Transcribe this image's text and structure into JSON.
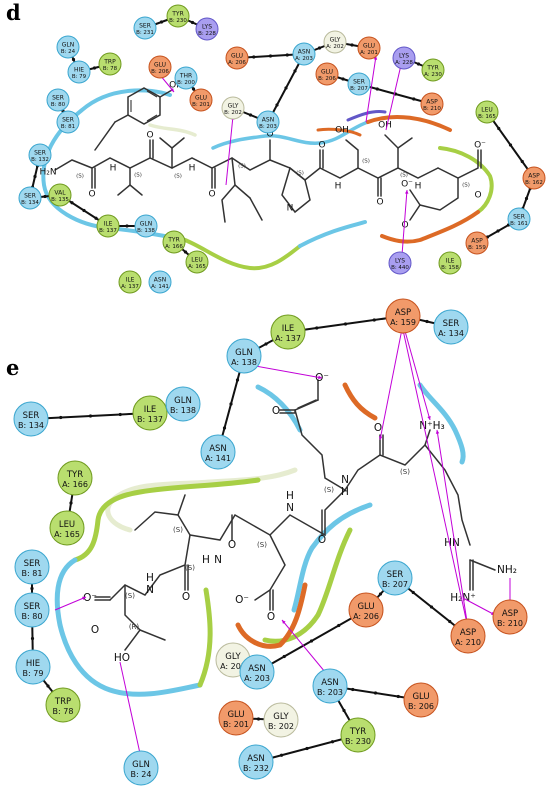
{
  "panels": [
    {
      "letter": "d"
    },
    {
      "letter": "e"
    }
  ],
  "colors": {
    "polar": "#9fd8ef",
    "polar_stroke": "#3aa6cf",
    "hydrophobic": "#b9de6f",
    "hydrophobic_stroke": "#6f9a1e",
    "negative": "#f19a6a",
    "negative_stroke": "#c6521d",
    "positive": "#a99ef0",
    "positive_stroke": "#6257c8",
    "glycine": "#f2f3e3",
    "glycine_stroke": "#b9ba9c",
    "hbond": "#c200d8",
    "pocket_blue": "#6cc6e6",
    "pocket_green": "#a7cf45",
    "pocket_orange": "#dd6a26"
  },
  "panel_d": {
    "residues": [
      {
        "name": "TYR",
        "id": "B: 230",
        "kind": "hydrophobic"
      },
      {
        "name": "SER",
        "id": "B: 231",
        "kind": "polar"
      },
      {
        "name": "LYS",
        "id": "B: 228",
        "kind": "positive"
      },
      {
        "name": "GLN",
        "id": "B: 24",
        "kind": "polar"
      },
      {
        "name": "HIE",
        "id": "B: 79",
        "kind": "polar"
      },
      {
        "name": "TRP",
        "id": "B: 78",
        "kind": "hydrophobic"
      },
      {
        "name": "SER",
        "id": "B: 80",
        "kind": "polar"
      },
      {
        "name": "SER",
        "id": "B: 81",
        "kind": "polar"
      },
      {
        "name": "SER",
        "id": "B: 132",
        "kind": "polar"
      },
      {
        "name": "SER",
        "id": "B: 134",
        "kind": "polar"
      },
      {
        "name": "VAL",
        "id": "B: 135",
        "kind": "hydrophobic"
      },
      {
        "name": "ILE",
        "id": "B: 137",
        "kind": "hydrophobic"
      },
      {
        "name": "GLN",
        "id": "B: 138",
        "kind": "polar"
      },
      {
        "name": "TYR",
        "id": "A: 166",
        "kind": "hydrophobic"
      },
      {
        "name": "LEU",
        "id": "A: 165",
        "kind": "hydrophobic"
      },
      {
        "name": "ILE",
        "id": "A: 137",
        "kind": "hydrophobic"
      },
      {
        "name": "ASN",
        "id": "A: 141",
        "kind": "polar"
      },
      {
        "name": "GLU",
        "id": "B: 206",
        "kind": "negative"
      },
      {
        "name": "THR",
        "id": "B: 200",
        "kind": "polar"
      },
      {
        "name": "GLU",
        "id": "B: 201",
        "kind": "negative"
      },
      {
        "name": "GLY",
        "id": "B: 202",
        "kind": "glycine"
      },
      {
        "name": "ASN",
        "id": "B: 203",
        "kind": "polar"
      },
      {
        "name": "GLU",
        "id": "A: 206",
        "kind": "negative"
      },
      {
        "name": "ASN",
        "id": "A: 203",
        "kind": "polar"
      },
      {
        "name": "GLY",
        "id": "A: 202",
        "kind": "glycine"
      },
      {
        "name": "GLU",
        "id": "A: 201",
        "kind": "negative"
      },
      {
        "name": "LYS",
        "id": "A: 228",
        "kind": "positive"
      },
      {
        "name": "TYR",
        "id": "A: 230",
        "kind": "hydrophobic"
      },
      {
        "name": "GLU",
        "id": "B: 206",
        "kind": "negative"
      },
      {
        "name": "SER",
        "id": "B: 207",
        "kind": "polar"
      },
      {
        "name": "ASP",
        "id": "B: 210",
        "kind": "negative"
      },
      {
        "name": "LEU",
        "id": "B: 165",
        "kind": "hydrophobic"
      },
      {
        "name": "ASP",
        "id": "B: 162",
        "kind": "negative"
      },
      {
        "name": "SER",
        "id": "B: 161",
        "kind": "polar"
      },
      {
        "name": "ASP",
        "id": "B: 159",
        "kind": "negative"
      },
      {
        "name": "ILE",
        "id": "B: 158",
        "kind": "hydrophobic"
      },
      {
        "name": "LYS",
        "id": "B: 440",
        "kind": "positive"
      }
    ],
    "atoms": {
      "oh": "OH",
      "h2n": "H₂N",
      "nh": "H",
      "n": "N",
      "o": "O",
      "oh2": "OH",
      "ominus": "O⁻"
    },
    "stereo": "(S)"
  },
  "panel_e": {
    "residues": [
      {
        "name": "ASP",
        "id": "A: 159",
        "kind": "negative"
      },
      {
        "name": "SER",
        "id": "A: 134",
        "kind": "polar"
      },
      {
        "name": "ILE",
        "id": "A: 137",
        "kind": "hydrophobic"
      },
      {
        "name": "GLN",
        "id": "A: 138",
        "kind": "polar"
      },
      {
        "name": "SER",
        "id": "B: 134",
        "kind": "polar"
      },
      {
        "name": "ILE",
        "id": "B: 137",
        "kind": "hydrophobic"
      },
      {
        "name": "GLN",
        "id": "B: 138",
        "kind": "polar"
      },
      {
        "name": "ASN",
        "id": "A: 141",
        "kind": "polar"
      },
      {
        "name": "TYR",
        "id": "A: 166",
        "kind": "hydrophobic"
      },
      {
        "name": "LEU",
        "id": "A: 165",
        "kind": "hydrophobic"
      },
      {
        "name": "SER",
        "id": "B: 81",
        "kind": "polar"
      },
      {
        "name": "SER",
        "id": "B: 80",
        "kind": "polar"
      },
      {
        "name": "HIE",
        "id": "B: 79",
        "kind": "polar"
      },
      {
        "name": "TRP",
        "id": "B: 78",
        "kind": "hydrophobic"
      },
      {
        "name": "GLN",
        "id": "B: 24",
        "kind": "polar"
      },
      {
        "name": "GLY",
        "id": "A: 202",
        "kind": "glycine"
      },
      {
        "name": "ASN",
        "id": "A: 203",
        "kind": "polar"
      },
      {
        "name": "GLU",
        "id": "A: 206",
        "kind": "negative"
      },
      {
        "name": "SER",
        "id": "B: 207",
        "kind": "polar"
      },
      {
        "name": "ASP",
        "id": "A: 210",
        "kind": "negative"
      },
      {
        "name": "ASP",
        "id": "B: 210",
        "kind": "negative"
      },
      {
        "name": "ASN",
        "id": "B: 203",
        "kind": "polar"
      },
      {
        "name": "GLU",
        "id": "B: 206",
        "kind": "negative"
      },
      {
        "name": "GLU",
        "id": "B: 201",
        "kind": "negative"
      },
      {
        "name": "GLY",
        "id": "B: 202",
        "kind": "glycine"
      },
      {
        "name": "TYR",
        "id": "B: 230",
        "kind": "hydrophobic"
      },
      {
        "name": "ASN",
        "id": "B: 232",
        "kind": "polar"
      }
    ],
    "atoms": {
      "ominus": "O⁻",
      "o": "O",
      "nh": "N",
      "h": "H",
      "nh3": "N⁺H₃",
      "hn": "HN",
      "nh2": "NH₂",
      "h2nplus": "H₂N⁺",
      "ho": "HO"
    },
    "stereo": {
      "s": "(S)",
      "r": "(R)"
    }
  }
}
